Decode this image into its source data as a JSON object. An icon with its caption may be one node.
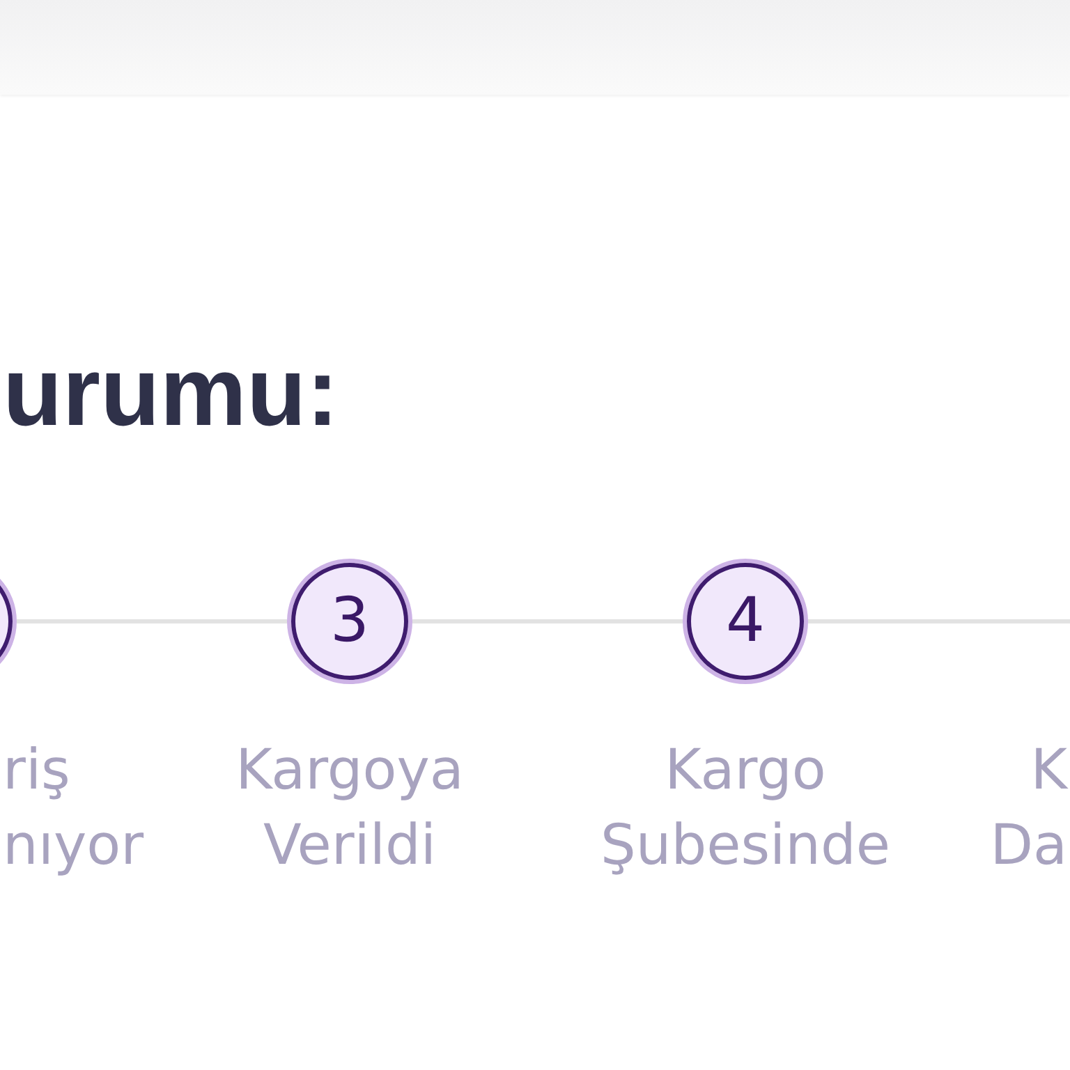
{
  "diagram": {
    "title": "urumu:",
    "nodes": [
      {
        "text": [],
        "shape": "circle",
        "beside": [
          "riş nıyor"
        ]
      },
      {
        "text": [
          "3"
        ],
        "beside": [
          "Kargoya Verildi"
        ]
      },
      {
        "text": [
          "4"
        ],
        "beside": [
          "Kargo Şubesinde"
        ]
      }
    ],
    "edges": [
      {
        "from": 0,
        "to": 1,
        "arrow": "none"
      },
      {
        "from": 1,
        "to": 2,
        "arrow": "none"
      },
      {
        "from": 2,
        "to": null,
        "arrow": "none"
      }
    ],
    "labels": [
      "K Da"
    ]
  }
}
